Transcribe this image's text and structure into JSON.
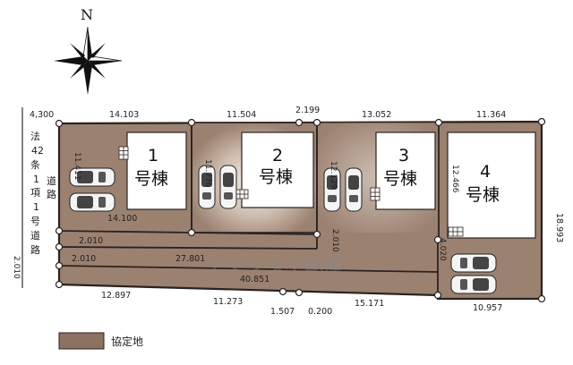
{
  "compass": {
    "north_label": "N"
  },
  "road": {
    "label_chars": [
      "法",
      "42",
      "条",
      "1",
      "項",
      "1",
      "号",
      "道",
      "路"
    ],
    "side_label_chars": [
      "道",
      "路"
    ]
  },
  "lots": [
    {
      "number": "1",
      "label": "号棟",
      "depth": "11.411"
    },
    {
      "number": "2",
      "label": "号棟",
      "depth": "11.776"
    },
    {
      "number": "3",
      "label": "号棟",
      "depth": "12.129"
    },
    {
      "number": "4",
      "label": "号棟",
      "depth": "12.466"
    }
  ],
  "dimensions": {
    "top_left": "4,300",
    "top_1": "14.103",
    "top_2": "11.504",
    "top_3": "2.199",
    "top_4": "13.052",
    "top_5": "11.364",
    "right_depth": "18.993",
    "inner_width": "14.100",
    "lane_a_left": "2.010",
    "lane_a_mid": "2.010",
    "lane_b_left": "2.010",
    "lane_b_len": "27.801",
    "lane_c_left": "2.010",
    "lane_c_len": "40.851",
    "lot4_side": "4.020",
    "bottom_1": "12.897",
    "bottom_2": "11.273",
    "bottom_3": "1.507",
    "bottom_4": "0.200",
    "bottom_5": "15.171",
    "bottom_6": "10.957"
  },
  "watermark": "ヤマシタ不動産",
  "legend": {
    "label": "協定地",
    "color": "#8c7260"
  },
  "colors": {
    "land": "#9b8170",
    "land_dark": "#7c6352",
    "glow": "#f3efe9",
    "border": "#2a2220"
  }
}
